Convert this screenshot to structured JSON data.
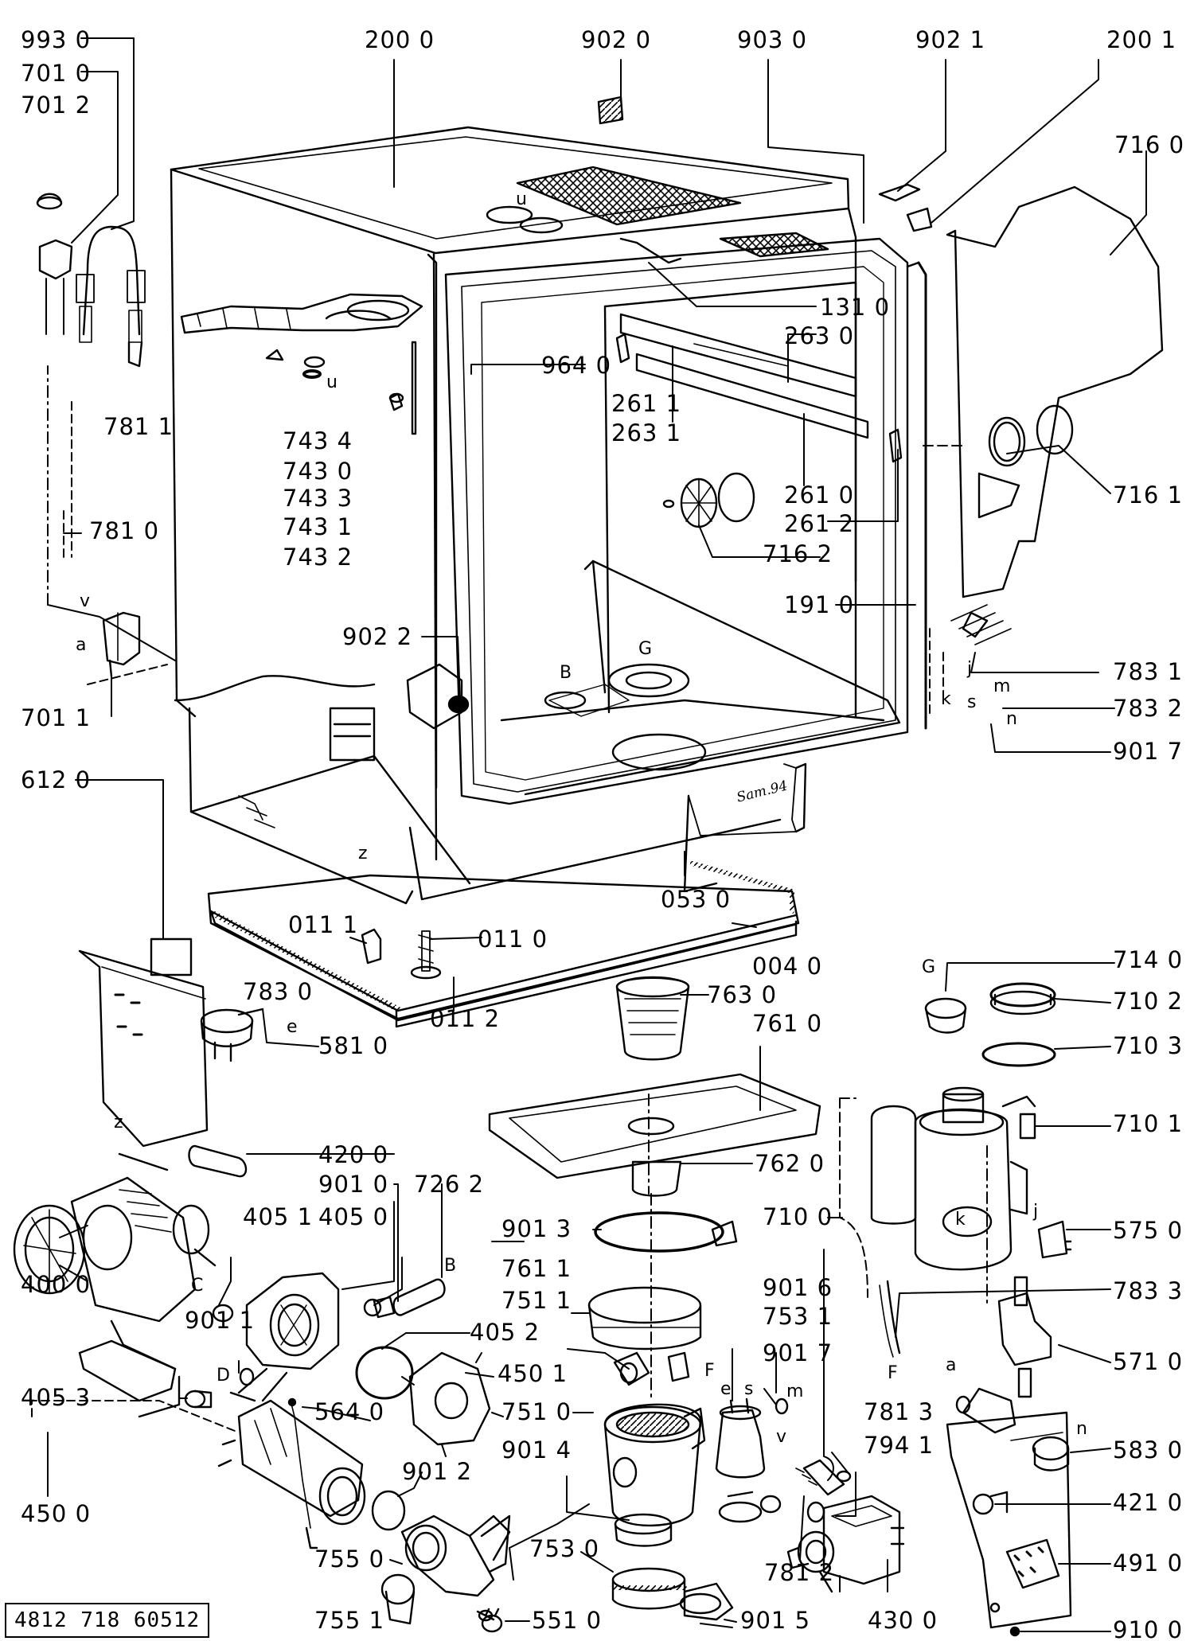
{
  "document_number": "4812 718 60512",
  "labels": [
    {
      "id": "9930",
      "t": "993 0"
    },
    {
      "id": "7010",
      "t": "701 0"
    },
    {
      "id": "7012",
      "t": "701 2"
    },
    {
      "id": "2000",
      "t": "200 0"
    },
    {
      "id": "9020",
      "t": "902 0"
    },
    {
      "id": "9030",
      "t": "903 0"
    },
    {
      "id": "9021",
      "t": "902 1"
    },
    {
      "id": "2001",
      "t": "200 1"
    },
    {
      "id": "7160",
      "t": "716 0"
    },
    {
      "id": "1310",
      "t": "131 0"
    },
    {
      "id": "2630",
      "t": "263 0"
    },
    {
      "id": "9640",
      "t": "964 0"
    },
    {
      "id": "2611",
      "t": "261 1"
    },
    {
      "id": "2631",
      "t": "263 1"
    },
    {
      "id": "7811",
      "t": "781 1"
    },
    {
      "id": "7434",
      "t": "743 4"
    },
    {
      "id": "7430",
      "t": "743 0"
    },
    {
      "id": "7433",
      "t": "743 3"
    },
    {
      "id": "7431",
      "t": "743 1"
    },
    {
      "id": "7432",
      "t": "743 2"
    },
    {
      "id": "7810",
      "t": "781 0"
    },
    {
      "id": "2610",
      "t": "261 0"
    },
    {
      "id": "2612",
      "t": "261 2"
    },
    {
      "id": "7162",
      "t": "716 2"
    },
    {
      "id": "7161",
      "t": "716 1"
    },
    {
      "id": "1910",
      "t": "191 0"
    },
    {
      "id": "9022",
      "t": "902 2"
    },
    {
      "id": "7831",
      "t": "783 1"
    },
    {
      "id": "7832",
      "t": "783 2"
    },
    {
      "id": "9017a",
      "t": "901 7"
    },
    {
      "id": "7011",
      "t": "701 1"
    },
    {
      "id": "6120",
      "t": "612 0"
    },
    {
      "id": "0530",
      "t": "053 0"
    },
    {
      "id": "0111",
      "t": "011 1"
    },
    {
      "id": "0110",
      "t": "011 0"
    },
    {
      "id": "0112",
      "t": "011 2"
    },
    {
      "id": "0040",
      "t": "004 0"
    },
    {
      "id": "7630",
      "t": "763 0"
    },
    {
      "id": "7610",
      "t": "761 0"
    },
    {
      "id": "7830",
      "t": "783 0"
    },
    {
      "id": "5810",
      "t": "581 0"
    },
    {
      "id": "7140",
      "t": "714 0"
    },
    {
      "id": "7102",
      "t": "710 2"
    },
    {
      "id": "7103",
      "t": "710 3"
    },
    {
      "id": "7101",
      "t": "710 1"
    },
    {
      "id": "4200",
      "t": "420 0"
    },
    {
      "id": "9010",
      "t": "901 0"
    },
    {
      "id": "7262",
      "t": "726 2"
    },
    {
      "id": "7620",
      "t": "762 0"
    },
    {
      "id": "4051",
      "t": "405 1"
    },
    {
      "id": "4050",
      "t": "405 0"
    },
    {
      "id": "9013",
      "t": "901 3"
    },
    {
      "id": "7100",
      "t": "710 0"
    },
    {
      "id": "5750",
      "t": "575 0"
    },
    {
      "id": "4000",
      "t": "400 0"
    },
    {
      "id": "7611",
      "t": "761 1"
    },
    {
      "id": "9016",
      "t": "901 6"
    },
    {
      "id": "7833",
      "t": "783 3"
    },
    {
      "id": "9011",
      "t": "901 1"
    },
    {
      "id": "4052",
      "t": "405 2"
    },
    {
      "id": "7511",
      "t": "751 1"
    },
    {
      "id": "7531",
      "t": "753 1"
    },
    {
      "id": "4501",
      "t": "450 1"
    },
    {
      "id": "9017b",
      "t": "901 7"
    },
    {
      "id": "5710",
      "t": "571 0"
    },
    {
      "id": "4053",
      "t": "405 3"
    },
    {
      "id": "5640",
      "t": "564 0"
    },
    {
      "id": "7510",
      "t": "751 0"
    },
    {
      "id": "7813",
      "t": "781 3"
    },
    {
      "id": "9014",
      "t": "901 4"
    },
    {
      "id": "7941",
      "t": "794 1"
    },
    {
      "id": "5830",
      "t": "583 0"
    },
    {
      "id": "9012",
      "t": "901 2"
    },
    {
      "id": "4500",
      "t": "450 0"
    },
    {
      "id": "4210",
      "t": "421 0"
    },
    {
      "id": "7550",
      "t": "755 0"
    },
    {
      "id": "7530",
      "t": "753 0"
    },
    {
      "id": "7812",
      "t": "781 2"
    },
    {
      "id": "4910",
      "t": "491 0"
    },
    {
      "id": "7551",
      "t": "755 1"
    },
    {
      "id": "5510",
      "t": "551 0"
    },
    {
      "id": "9015",
      "t": "901 5"
    },
    {
      "id": "4300",
      "t": "430 0"
    },
    {
      "id": "9100",
      "t": "910 0"
    }
  ],
  "letters": [
    {
      "id": "u1",
      "t": "u"
    },
    {
      "id": "u2",
      "t": "u"
    },
    {
      "id": "v1",
      "t": "v"
    },
    {
      "id": "a1",
      "t": "a"
    },
    {
      "id": "B1",
      "t": "B"
    },
    {
      "id": "G1",
      "t": "G"
    },
    {
      "id": "k1",
      "t": "k"
    },
    {
      "id": "s1",
      "t": "s"
    },
    {
      "id": "j1",
      "t": "j"
    },
    {
      "id": "m1",
      "t": "m"
    },
    {
      "id": "n1",
      "t": "n"
    },
    {
      "id": "z1",
      "t": "z"
    },
    {
      "id": "e1",
      "t": "e"
    },
    {
      "id": "z2",
      "t": "z"
    },
    {
      "id": "G2",
      "t": "G"
    },
    {
      "id": "B2",
      "t": "B"
    },
    {
      "id": "C1",
      "t": "C"
    },
    {
      "id": "k2",
      "t": "k"
    },
    {
      "id": "j2",
      "t": "j"
    },
    {
      "id": "F1",
      "t": "F"
    },
    {
      "id": "D1",
      "t": "D"
    },
    {
      "id": "F2",
      "t": "F"
    },
    {
      "id": "e2",
      "t": "e"
    },
    {
      "id": "s2",
      "t": "s"
    },
    {
      "id": "m2",
      "t": "m"
    },
    {
      "id": "v2",
      "t": "v"
    },
    {
      "id": "a2",
      "t": "a"
    },
    {
      "id": "n2",
      "t": "n"
    }
  ],
  "handwritten_note": "Sam.94"
}
